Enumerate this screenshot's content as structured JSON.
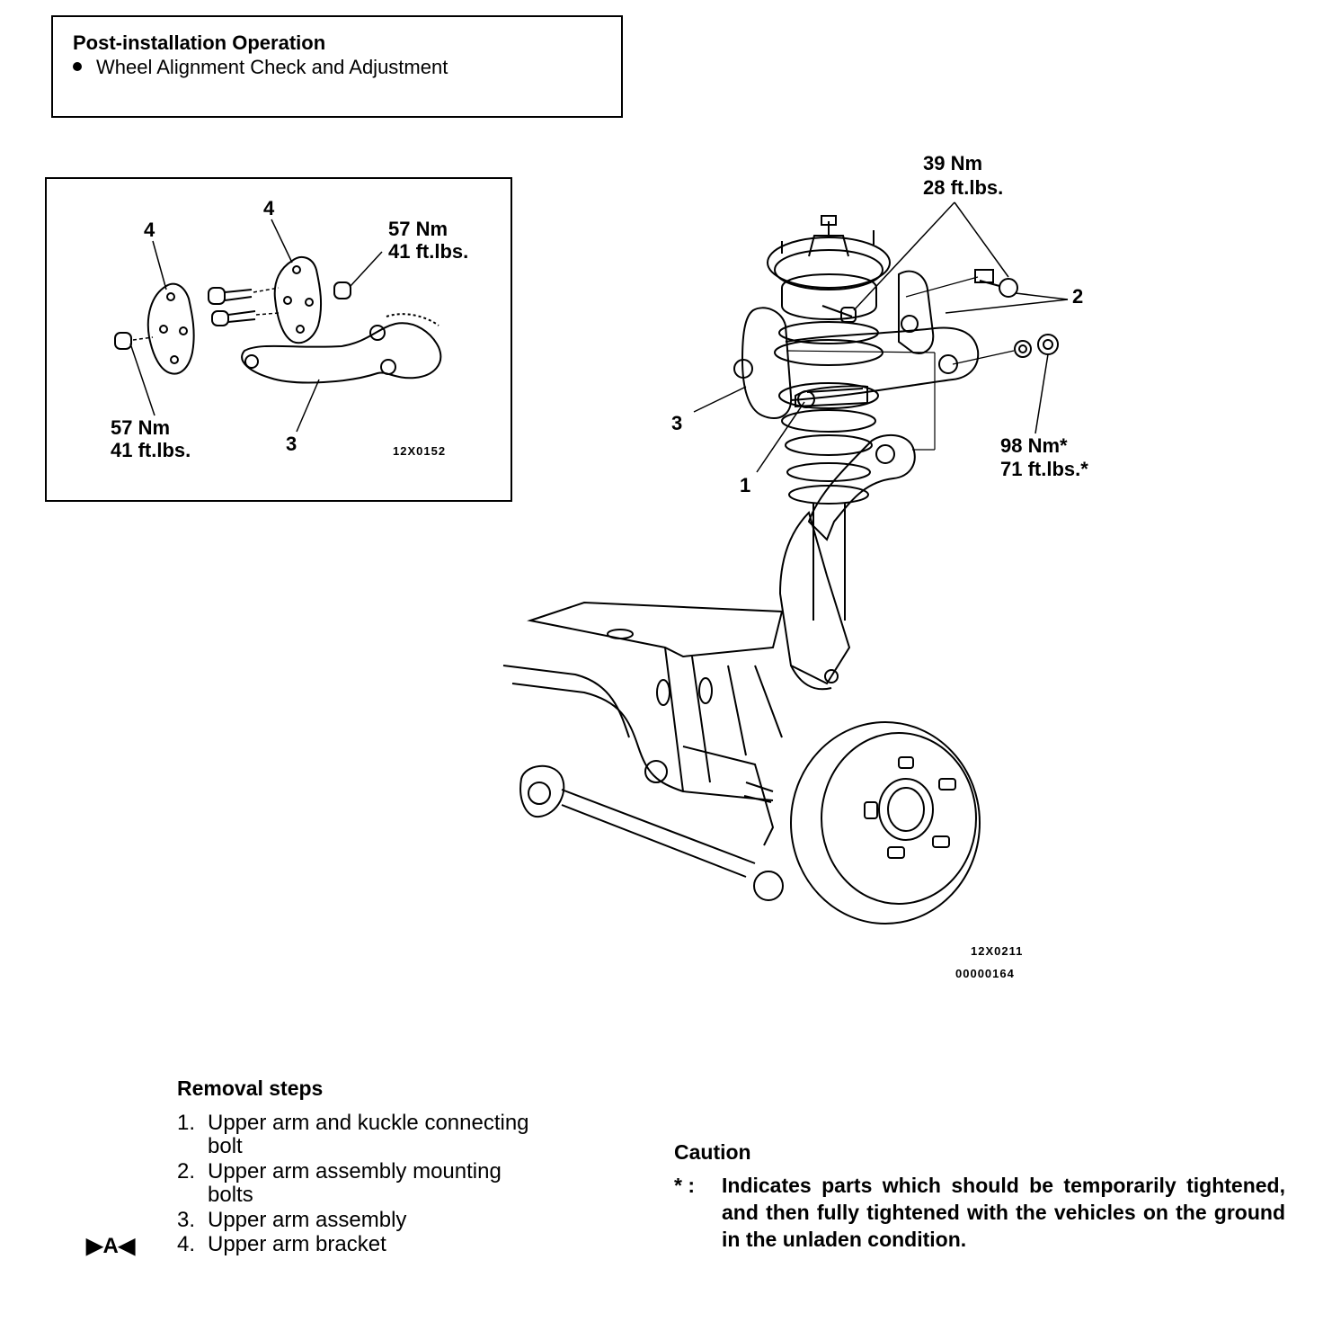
{
  "post_installation": {
    "title": "Post-installation Operation",
    "items": [
      "Wheel Alignment Check and Adjustment"
    ]
  },
  "inset": {
    "callouts": {
      "bracket_left": "4",
      "bracket_right": "4",
      "arm": "3"
    },
    "torque_top": {
      "nm": "57 Nm",
      "ftlbs": "41 ft.lbs."
    },
    "torque_bottom": {
      "nm": "57 Nm",
      "ftlbs": "41 ft.lbs."
    },
    "figure_code": "12X0152"
  },
  "main_figure": {
    "callouts": {
      "c1": "1",
      "c2": "2",
      "c3": "3"
    },
    "torque_top": {
      "nm": "39 Nm",
      "ftlbs": "28 ft.lbs."
    },
    "torque_right": {
      "nm": "98 Nm*",
      "ftlbs": "71 ft.lbs.*"
    },
    "figure_code": "12X0211",
    "figure_id": "00000164"
  },
  "removal": {
    "title": "Removal steps",
    "marker": "▶A◀",
    "steps": [
      {
        "num": "1.",
        "line1": "Upper arm and kuckle connecting",
        "line2": "bolt"
      },
      {
        "num": "2.",
        "line1": "Upper arm assembly mounting",
        "line2": "bolts"
      },
      {
        "num": "3.",
        "line1": "Upper arm assembly",
        "line2": ""
      },
      {
        "num": "4.",
        "line1": "Upper arm bracket",
        "line2": ""
      }
    ]
  },
  "caution": {
    "title": "Caution",
    "symbol": "* :",
    "text": "Indicates parts which should be temporarily tightened, and then fully tightened with the vehicles on the ground in the unladen condition."
  }
}
